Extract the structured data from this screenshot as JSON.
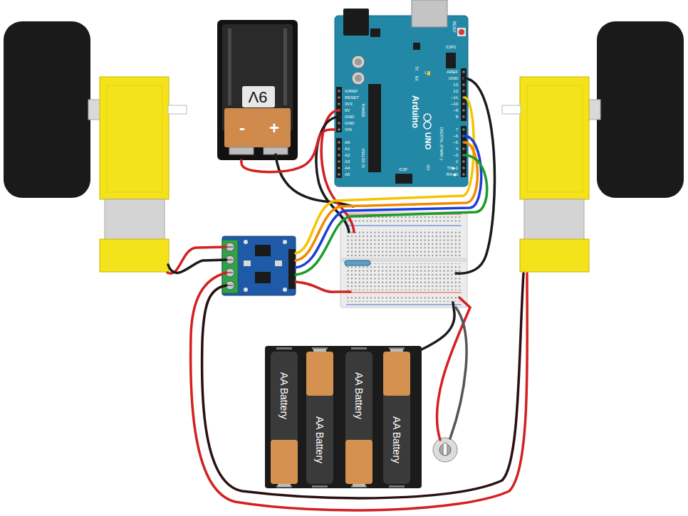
{
  "diagram": {
    "nodes": [
      {
        "text": [
          "9V",
          "-",
          "+"
        ]
      },
      {
        "text": [
          "RESET",
          "ICSP2",
          "AREF",
          "GND",
          "13",
          "12",
          "~11",
          "~10",
          "~9",
          "8",
          "7",
          "~6",
          "~5",
          "4",
          "~3",
          "2",
          "TX▶1",
          "RX◀0",
          "DIGITAL (PWM~)",
          "L",
          "TX",
          "RX",
          "Arduino",
          "UNO",
          "ON",
          "ICSP",
          "IOREF",
          "RESET",
          "3V3",
          "5V",
          "GND",
          "GND",
          "VIN",
          "A0",
          "A1",
          "A2",
          "A3",
          "A4",
          "A5",
          "POWER",
          "ANALOG IN"
        ]
      },
      {
        "text": [
          "AA Battery"
        ]
      },
      {
        "text": [
          "AA Battery"
        ]
      },
      {
        "text": [
          "AA Battery"
        ]
      },
      {
        "text": [
          "AA Battery"
        ]
      }
    ],
    "edges": [
      {
        "from": 0,
        "to": 1,
        "arrow": "none"
      }
    ]
  }
}
